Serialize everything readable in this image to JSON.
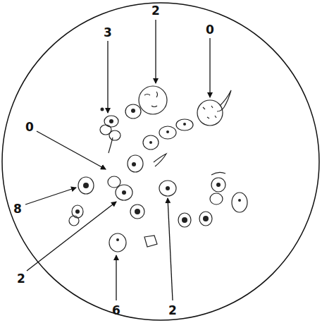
{
  "diagram": {
    "labels": [
      "3",
      "2",
      "0",
      "0",
      "8",
      "2",
      "2",
      "6"
    ]
  }
}
